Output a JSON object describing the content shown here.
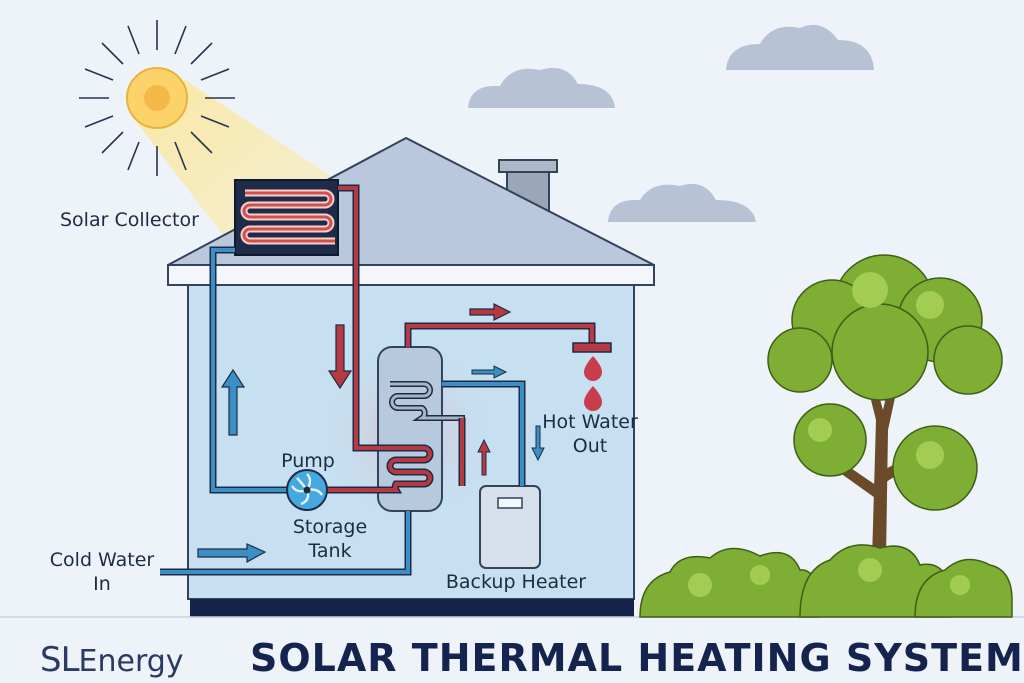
{
  "labels": {
    "solar_collector": "Solar Collector",
    "pump": "Pump",
    "storage_tank_line1": "Storage",
    "storage_tank_line2": "Tank",
    "cold_water_line1": "Cold Water",
    "cold_water_line2": "In",
    "hot_water_line1": "Hot Water",
    "hot_water_line2": "Out",
    "backup_heater": "Backup Heater"
  },
  "title": "SOLAR THERMAL HEATING SYSTEM",
  "logo": {
    "mark": "SL",
    "word": "Energy"
  },
  "colors": {
    "background": "#eef3fa",
    "hot_pipe": "#b53a44",
    "cold_pipe": "#3a90c4",
    "house_wall": "#c6e0f1",
    "roof": "#b9c8dd",
    "tree": "#7fae35",
    "title": "#15244f"
  }
}
